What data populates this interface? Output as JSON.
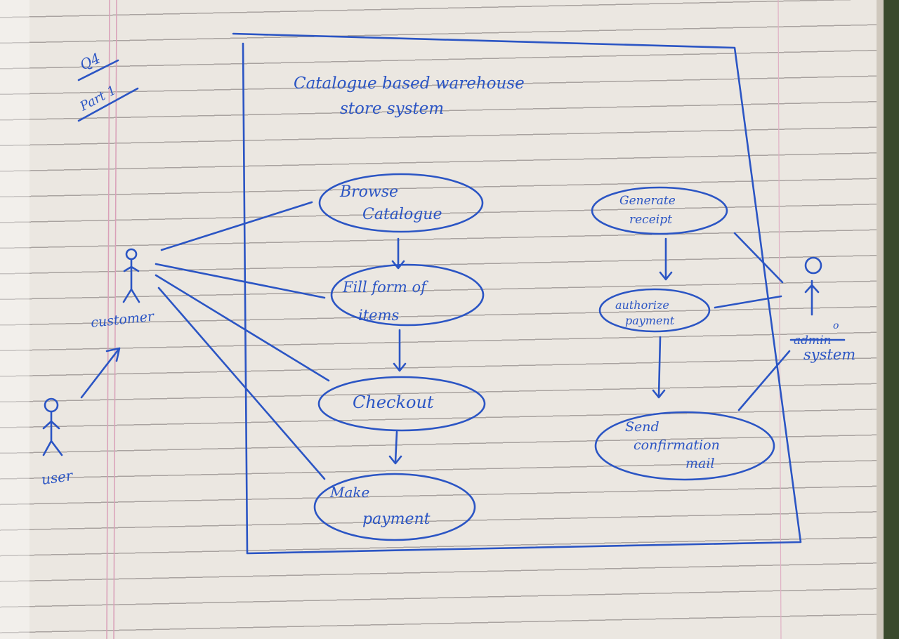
{
  "margin_note": {
    "line1": "Q4",
    "line2": "Part 1"
  },
  "system": {
    "title_line1": "Catalogue based warehouse",
    "title_line2": "store system"
  },
  "actors": {
    "customer": "customer",
    "user": "user",
    "system": "system",
    "system_struck": "admin",
    "system_mark": "o"
  },
  "use_cases": {
    "browse": [
      "Browse",
      "Catalogue"
    ],
    "fill_form": [
      "Fill form of",
      "items"
    ],
    "checkout": [
      "Checkout"
    ],
    "make_payment": [
      "Make",
      "payment"
    ],
    "generate_receipt": [
      "Generate",
      "receipt"
    ],
    "authorize_payment": [
      "authorize",
      "payment"
    ],
    "send_confirmation": [
      "Send",
      "confirmation",
      "mail"
    ]
  },
  "colors": {
    "ink": "#2b55c4",
    "paper": "#ebe7e1",
    "rule": "#a9a3a0",
    "margin_line": "#d9a0b8"
  }
}
